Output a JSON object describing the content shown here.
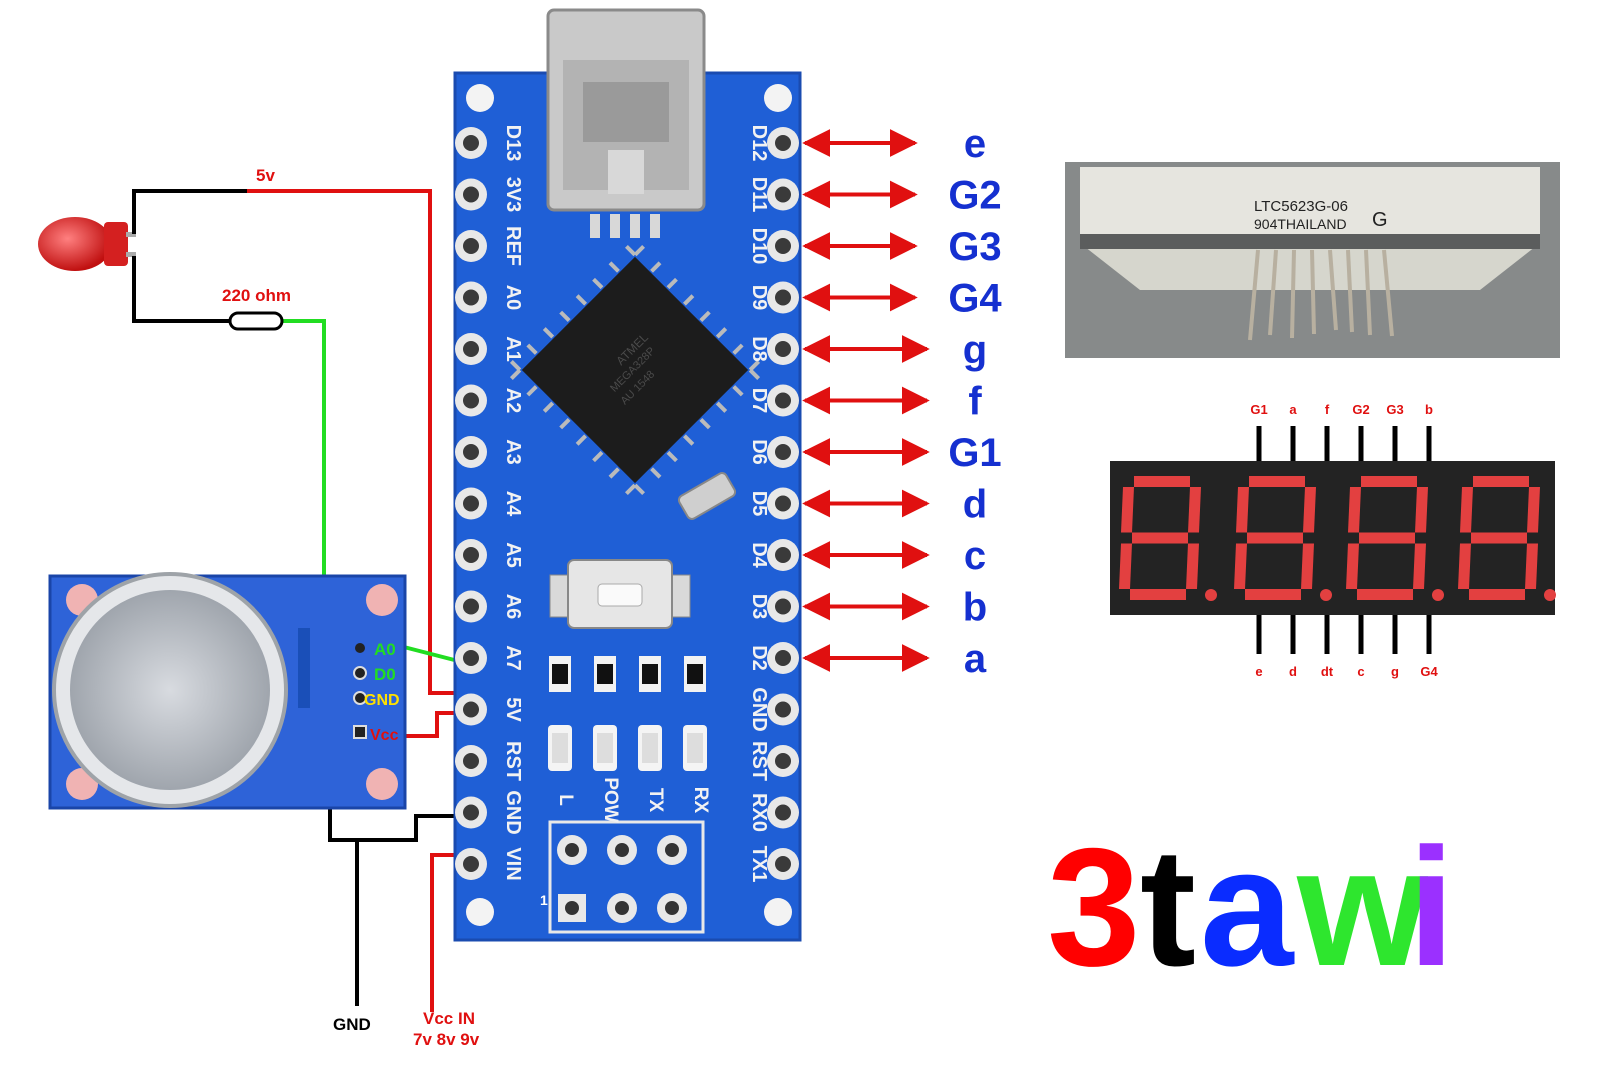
{
  "wire_labels": {
    "five_v": "5v",
    "resistor": "220 ohm",
    "gnd_bottom": "GND",
    "vcc_in_1": "Vcc IN",
    "vcc_in_2": "7v 8v 9v"
  },
  "sensor_pins": {
    "a0": "A0",
    "d0": "D0",
    "gnd": "GND",
    "vcc": "Vcc"
  },
  "board_left_pins": [
    "D13",
    "3V3",
    "REF",
    "A0",
    "A1",
    "A2",
    "A3",
    "A4",
    "A5",
    "A6",
    "A7",
    "5V",
    "RST",
    "GND",
    "VIN"
  ],
  "board_right_pins": [
    "D12",
    "D11",
    "D10",
    "D9",
    "D8",
    "D7",
    "D6",
    "D5",
    "D4",
    "D3",
    "D2",
    "GND",
    "RST",
    "RX0",
    "TX1"
  ],
  "board_leds": [
    "L",
    "POW",
    "TX",
    "RX"
  ],
  "chip_text": [
    "ATMEL",
    "MEGA328P",
    "AU 1548"
  ],
  "header_text": "1",
  "segment_map": [
    "e",
    "G2",
    "G3",
    "G4",
    "g",
    "f",
    "G1",
    "d",
    "c",
    "b",
    "a"
  ],
  "display_photo": {
    "line1": "LTC5623G-06",
    "line2": "904THAILAND",
    "mark": "G"
  },
  "display_pins_top": [
    "G1",
    "a",
    "f",
    "G2",
    "G3",
    "b"
  ],
  "display_pins_bottom": [
    "e",
    "d",
    "dt",
    "c",
    "g",
    "G4"
  ],
  "logo": {
    "letters": [
      "3",
      "t",
      "a",
      "w",
      "i"
    ],
    "colors": [
      "#ff0000",
      "#000000",
      "#0a2cff",
      "#2ee62e",
      "#9b30ff"
    ]
  },
  "colors": {
    "board": "#1f5fd6",
    "board_dark": "#174cb0",
    "wire_red": "#e01010",
    "wire_green": "#22dd22",
    "wire_black": "#000000",
    "label_blue": "#1530d0",
    "display_red": "#e34040"
  }
}
